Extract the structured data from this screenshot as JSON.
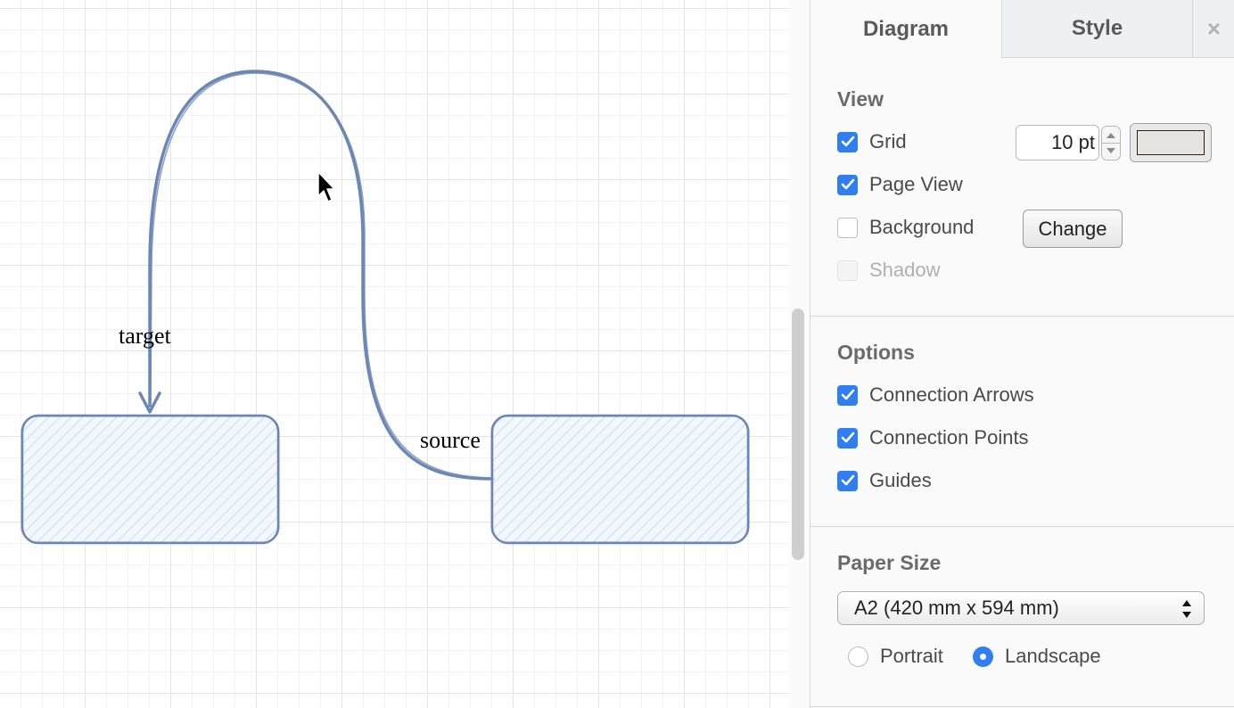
{
  "canvas": {
    "edge_label_target": "target",
    "edge_label_source": "source",
    "accent_color": "#6c87b5"
  },
  "panel": {
    "tabs": {
      "diagram": "Diagram",
      "style": "Style",
      "close": "×"
    },
    "view": {
      "title": "View",
      "grid": {
        "label": "Grid",
        "checked": true,
        "size": "10 pt"
      },
      "page_view": {
        "label": "Page View",
        "checked": true
      },
      "background": {
        "label": "Background",
        "checked": false,
        "button": "Change"
      },
      "shadow": {
        "label": "Shadow",
        "checked": false,
        "disabled": true
      }
    },
    "options": {
      "title": "Options",
      "connection_arrows": {
        "label": "Connection Arrows",
        "checked": true
      },
      "connection_points": {
        "label": "Connection Points",
        "checked": true
      },
      "guides": {
        "label": "Guides",
        "checked": true
      }
    },
    "paper": {
      "title": "Paper Size",
      "selected": "A2 (420 mm x 594 mm)",
      "portrait": "Portrait",
      "landscape": "Landscape",
      "orientation": "Landscape"
    },
    "checkbox_color": "#2f7ff1"
  }
}
